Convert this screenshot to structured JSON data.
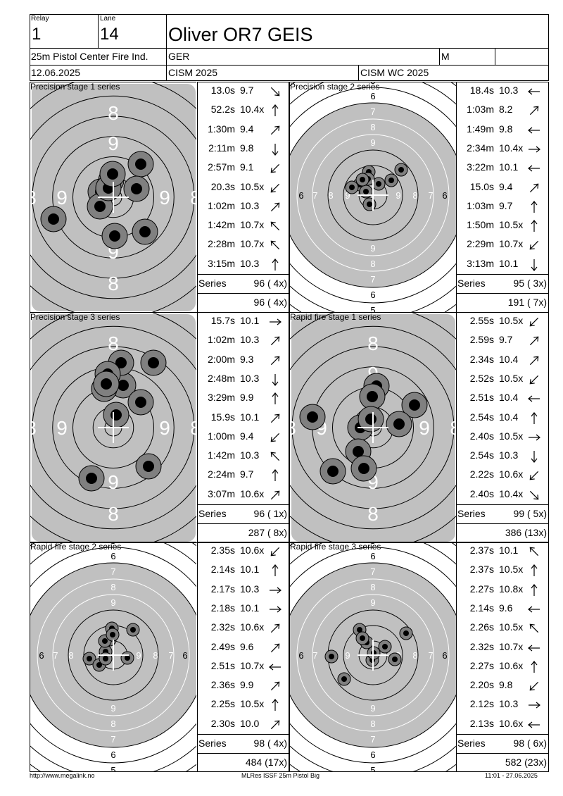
{
  "header": {
    "relay_label": "Relay",
    "relay_value": "1",
    "lane_label": "Lane",
    "lane_value": "14",
    "shooter_name": "Oliver OR7 GEIS",
    "event": "25m Pistol Center Fire Ind.",
    "nation": "GER",
    "gender": "M",
    "date": "12.06.2025",
    "competition": "CISM 2025",
    "championship": "CISM WC 2025"
  },
  "sections": [
    {
      "title": "Precision stage 1 series",
      "target": "precision",
      "shots": [
        {
          "time": "13.0s",
          "score": "9.7",
          "dir": "se"
        },
        {
          "time": "52.2s",
          "score": "10.4x",
          "dir": "n"
        },
        {
          "time": "1:30m",
          "score": "9.4",
          "dir": "ne"
        },
        {
          "time": "2:11m",
          "score": "9.8",
          "dir": "s"
        },
        {
          "time": "2:57m",
          "score": "9.1",
          "dir": "sw"
        },
        {
          "time": "20.3s",
          "score": "10.5x",
          "dir": "sw"
        },
        {
          "time": "1:02m",
          "score": "10.3",
          "dir": "ne"
        },
        {
          "time": "1:42m",
          "score": "10.7x",
          "dir": "nw"
        },
        {
          "time": "2:28m",
          "score": "10.7x",
          "dir": "nw"
        },
        {
          "time": "3:15m",
          "score": "10.3",
          "dir": "n"
        }
      ],
      "series_label": "Series",
      "series_score": "96 ( 4x)",
      "total": "96 ( 4x)"
    },
    {
      "title": "Precision stage 2 series",
      "target": "rapid",
      "shots": [
        {
          "time": "18.4s",
          "score": "10.3",
          "dir": "w"
        },
        {
          "time": "1:03m",
          "score": "8.2",
          "dir": "ne"
        },
        {
          "time": "1:49m",
          "score": "9.8",
          "dir": "w"
        },
        {
          "time": "2:34m",
          "score": "10.4x",
          "dir": "e"
        },
        {
          "time": "3:22m",
          "score": "10.1",
          "dir": "w"
        },
        {
          "time": "15.0s",
          "score": "9.4",
          "dir": "ne"
        },
        {
          "time": "1:03m",
          "score": "9.7",
          "dir": "n"
        },
        {
          "time": "1:50m",
          "score": "10.5x",
          "dir": "n"
        },
        {
          "time": "2:29m",
          "score": "10.7x",
          "dir": "sw"
        },
        {
          "time": "3:13m",
          "score": "10.1",
          "dir": "s"
        }
      ],
      "series_label": "Series",
      "series_score": "95 ( 3x)",
      "total": "191 ( 7x)"
    },
    {
      "title": "Precision stage 3 series",
      "target": "precision",
      "shots": [
        {
          "time": "15.7s",
          "score": "10.1",
          "dir": "e"
        },
        {
          "time": "1:02m",
          "score": "10.3",
          "dir": "ne"
        },
        {
          "time": "2:00m",
          "score": "9.3",
          "dir": "ne"
        },
        {
          "time": "2:48m",
          "score": "10.3",
          "dir": "s"
        },
        {
          "time": "3:29m",
          "score": "9.9",
          "dir": "n"
        },
        {
          "time": "15.9s",
          "score": "10.1",
          "dir": "ne"
        },
        {
          "time": "1:00m",
          "score": "9.4",
          "dir": "sw"
        },
        {
          "time": "1:42m",
          "score": "10.3",
          "dir": "nw"
        },
        {
          "time": "2:24m",
          "score": "9.7",
          "dir": "n"
        },
        {
          "time": "3:07m",
          "score": "10.6x",
          "dir": "ne"
        }
      ],
      "series_label": "Series",
      "series_score": "96 ( 1x)",
      "total": "287 ( 8x)"
    },
    {
      "title": "Rapid fire stage 1 series",
      "target": "precision",
      "shots": [
        {
          "time": "2.55s",
          "score": "10.5x",
          "dir": "sw"
        },
        {
          "time": "2.59s",
          "score": "9.7",
          "dir": "ne"
        },
        {
          "time": "2.34s",
          "score": "10.4",
          "dir": "ne"
        },
        {
          "time": "2.52s",
          "score": "10.5x",
          "dir": "sw"
        },
        {
          "time": "2.51s",
          "score": "10.4",
          "dir": "w"
        },
        {
          "time": "2.54s",
          "score": "10.4",
          "dir": "n"
        },
        {
          "time": "2.40s",
          "score": "10.5x",
          "dir": "e"
        },
        {
          "time": "2.54s",
          "score": "10.3",
          "dir": "s"
        },
        {
          "time": "2.22s",
          "score": "10.6x",
          "dir": "sw"
        },
        {
          "time": "2.40s",
          "score": "10.4x",
          "dir": "se"
        }
      ],
      "series_label": "Series",
      "series_score": "99 ( 5x)",
      "total": "386 (13x)"
    },
    {
      "title": "Rapid fire stage 2 series",
      "target": "rapid",
      "shots": [
        {
          "time": "2.35s",
          "score": "10.6x",
          "dir": "sw"
        },
        {
          "time": "2.14s",
          "score": "10.1",
          "dir": "n"
        },
        {
          "time": "2.17s",
          "score": "10.3",
          "dir": "e"
        },
        {
          "time": "2.18s",
          "score": "10.1",
          "dir": "e"
        },
        {
          "time": "2.32s",
          "score": "10.6x",
          "dir": "ne"
        },
        {
          "time": "2.49s",
          "score": "9.6",
          "dir": "ne"
        },
        {
          "time": "2.51s",
          "score": "10.7x",
          "dir": "w"
        },
        {
          "time": "2.36s",
          "score": "9.9",
          "dir": "ne"
        },
        {
          "time": "2.25s",
          "score": "10.5x",
          "dir": "n"
        },
        {
          "time": "2.30s",
          "score": "10.0",
          "dir": "ne"
        }
      ],
      "series_label": "Series",
      "series_score": "98 ( 4x)",
      "total": "484 (17x)"
    },
    {
      "title": "Rapid fire stage 3 series",
      "target": "rapid",
      "shots": [
        {
          "time": "2.37s",
          "score": "10.1",
          "dir": "nw"
        },
        {
          "time": "2.37s",
          "score": "10.5x",
          "dir": "n"
        },
        {
          "time": "2.27s",
          "score": "10.8x",
          "dir": "n"
        },
        {
          "time": "2.14s",
          "score": "9.6",
          "dir": "w"
        },
        {
          "time": "2.26s",
          "score": "10.5x",
          "dir": "nw"
        },
        {
          "time": "2.32s",
          "score": "10.7x",
          "dir": "w"
        },
        {
          "time": "2.27s",
          "score": "10.6x",
          "dir": "n"
        },
        {
          "time": "2.20s",
          "score": "9.8",
          "dir": "sw"
        },
        {
          "time": "2.12s",
          "score": "10.3",
          "dir": "e"
        },
        {
          "time": "2.13s",
          "score": "10.6x",
          "dir": "w"
        }
      ],
      "series_label": "Series",
      "series_score": "98 ( 6x)",
      "total": "582 (23x)"
    }
  ],
  "footer": {
    "left": "http://www.megalink.no",
    "center": "MLRes ISSF 25m Pistol Big",
    "right": "11:01 - 27.06.2025"
  },
  "colors": {
    "target_gray": "#c0c0c0",
    "shot_ring": "#808080",
    "shot_core": "#000000"
  }
}
